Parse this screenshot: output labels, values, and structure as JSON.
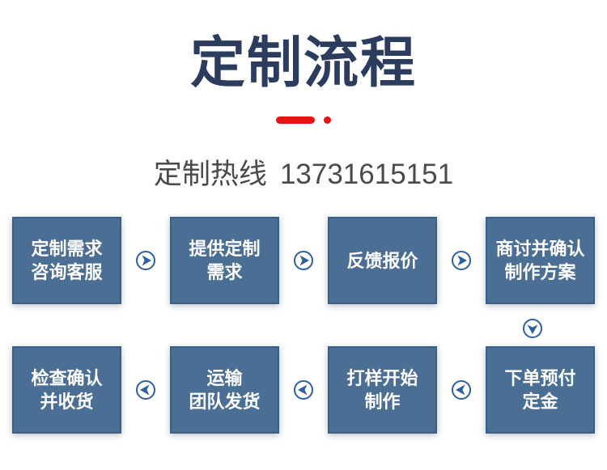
{
  "header": {
    "title": "定制流程",
    "hotline_label": "定制热线",
    "hotline_number": "13731615151"
  },
  "colors": {
    "title_navy": "#2c3c5f",
    "accent_red": "#e61414",
    "hotline_gray": "#4a4a4a",
    "box_fill_blue": "#4b6e94",
    "box_border_blue": "#3b5e85",
    "box_text_white": "#ffffff",
    "arrow_blue": "#2e5f9e"
  },
  "flow": {
    "row1": {
      "direction": "right",
      "steps": [
        {
          "label": "定制需求\n咨询客服"
        },
        {
          "label": "提供定制\n需求"
        },
        {
          "label": "反馈报价"
        },
        {
          "label": "商讨并确认\n制作方案"
        }
      ]
    },
    "between_rows_connector": "down",
    "row2": {
      "direction": "left",
      "steps": [
        {
          "label": "检查确认\n并收货"
        },
        {
          "label": "运输\n团队发货"
        },
        {
          "label": "打样开始\n制作"
        },
        {
          "label": "下单预付\n定金"
        }
      ]
    }
  },
  "icons": {
    "right_arrow": "circle-arrow-right-icon",
    "left_arrow": "circle-arrow-left-icon",
    "down_arrow": "circle-arrow-down-icon"
  }
}
